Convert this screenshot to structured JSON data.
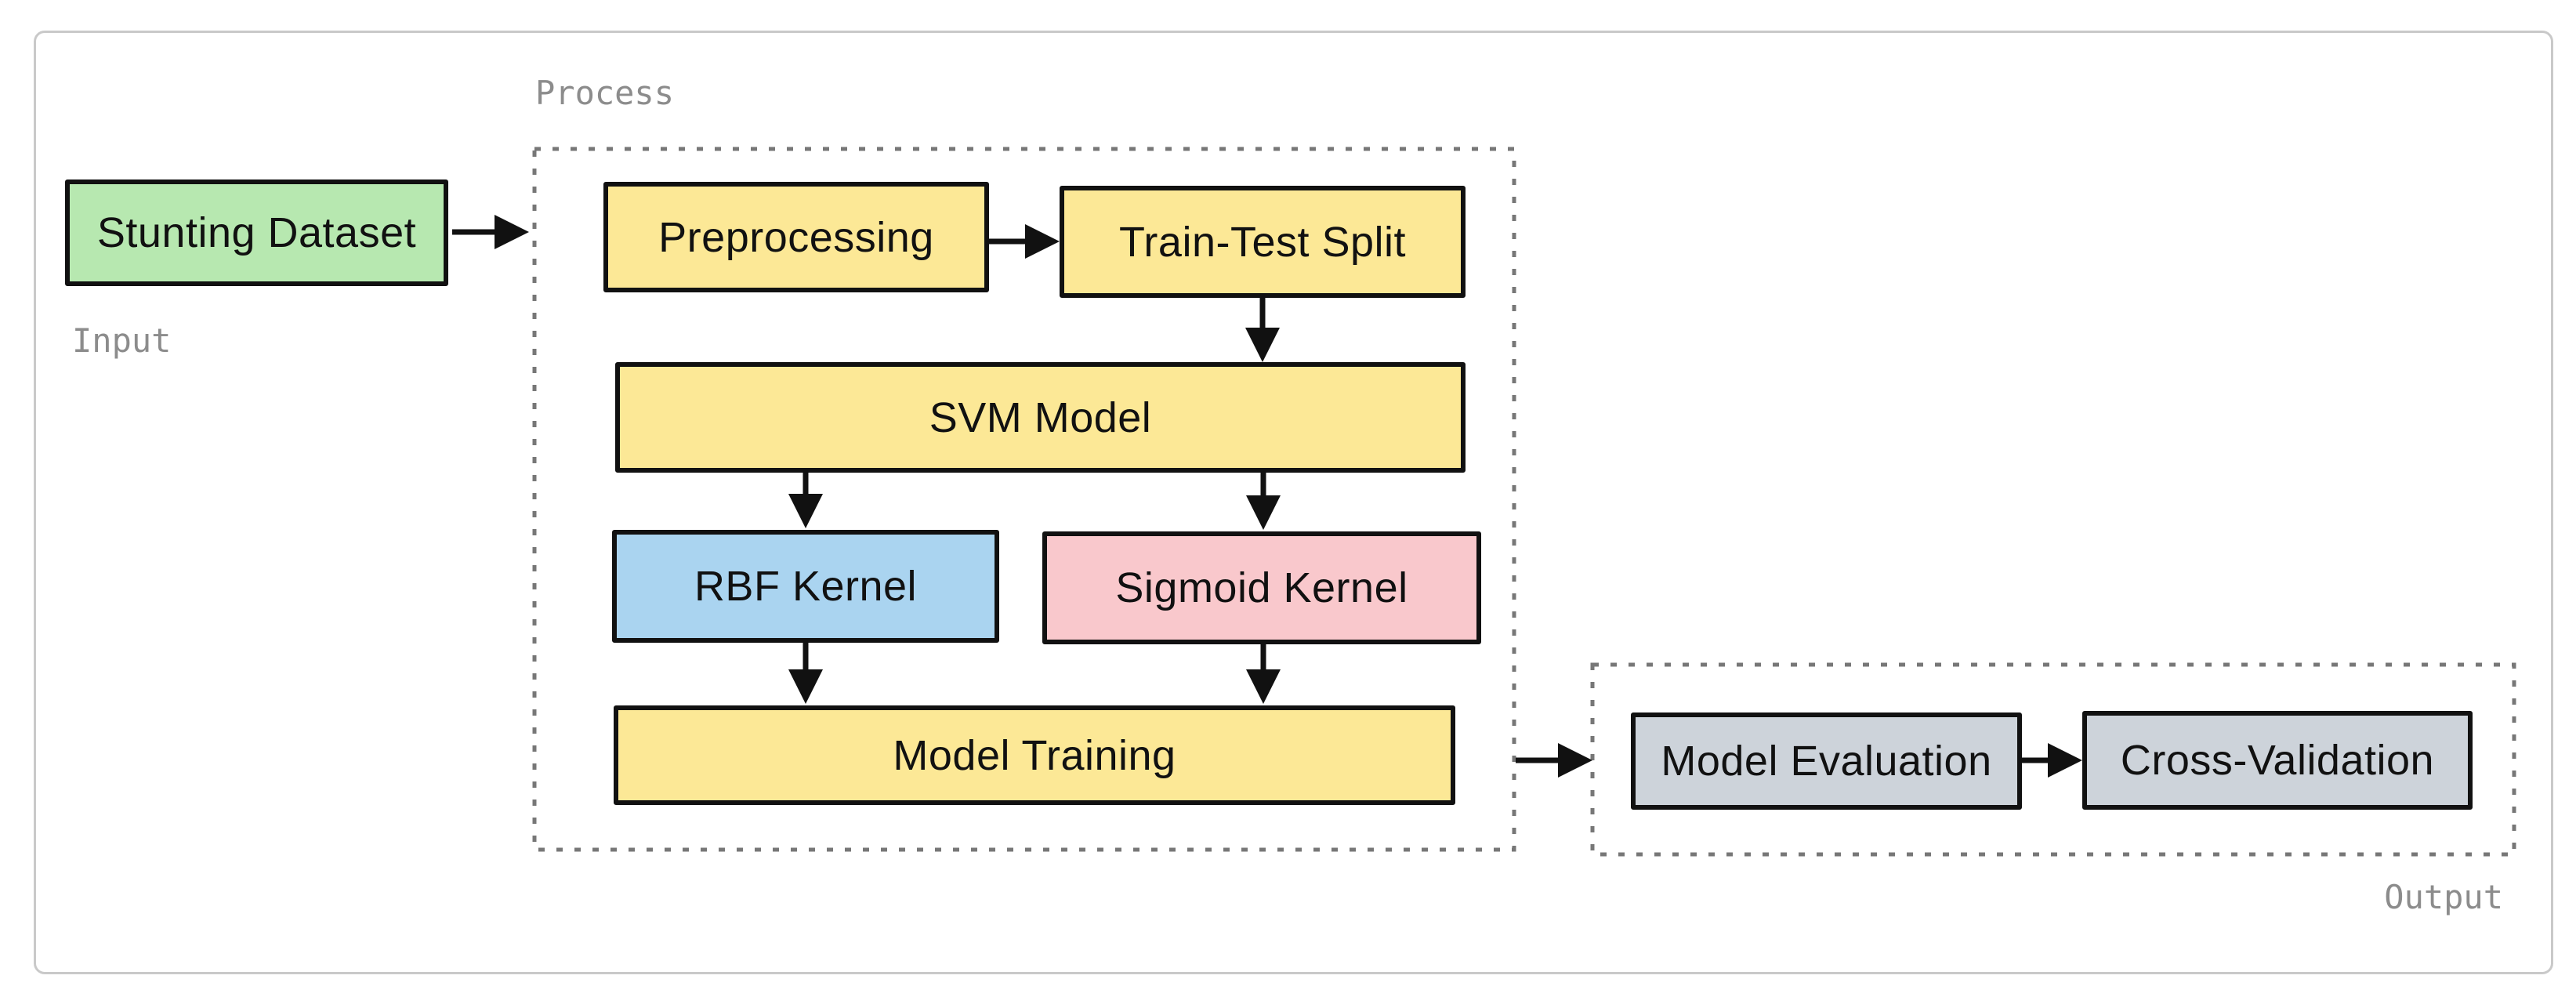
{
  "groups": {
    "process": {
      "label": "Process"
    },
    "input": {
      "label": "Input"
    },
    "output": {
      "label": "Output"
    }
  },
  "nodes": {
    "stunting": {
      "label": "Stunting Dataset",
      "fill": "#B7E8B0"
    },
    "preprocessing": {
      "label": "Preprocessing",
      "fill": "#FCE896"
    },
    "train_test": {
      "label": "Train-Test Split",
      "fill": "#FCE896"
    },
    "svm": {
      "label": "SVM Model",
      "fill": "#FCE896"
    },
    "rbf": {
      "label": "RBF Kernel",
      "fill": "#AAD4F0"
    },
    "sigmoid": {
      "label": "Sigmoid Kernel",
      "fill": "#F9C8CC"
    },
    "training": {
      "label": "Model Training",
      "fill": "#FCE896"
    },
    "evaluation": {
      "label": "Model Evaluation",
      "fill": "#CDD3DA"
    },
    "cross_validation": {
      "label": "Cross-Validation",
      "fill": "#CDD3DA"
    }
  },
  "edges": [
    {
      "from": "Stunting Dataset",
      "to": "Process group"
    },
    {
      "from": "Preprocessing",
      "to": "Train-Test Split"
    },
    {
      "from": "Train-Test Split",
      "to": "SVM Model"
    },
    {
      "from": "SVM Model",
      "to": "RBF Kernel"
    },
    {
      "from": "SVM Model",
      "to": "Sigmoid Kernel"
    },
    {
      "from": "RBF Kernel",
      "to": "Model Training"
    },
    {
      "from": "Sigmoid Kernel",
      "to": "Model Training"
    },
    {
      "from": "Process group",
      "to": "Output group"
    },
    {
      "from": "Model Evaluation",
      "to": "Cross-Validation"
    }
  ],
  "colors": {
    "background": "#FFFFFF",
    "frame_border": "#C9C9C9",
    "node_border": "#111111",
    "arrow": "#111111",
    "group_border": "#777777",
    "group_label": "#8C8C8C"
  }
}
